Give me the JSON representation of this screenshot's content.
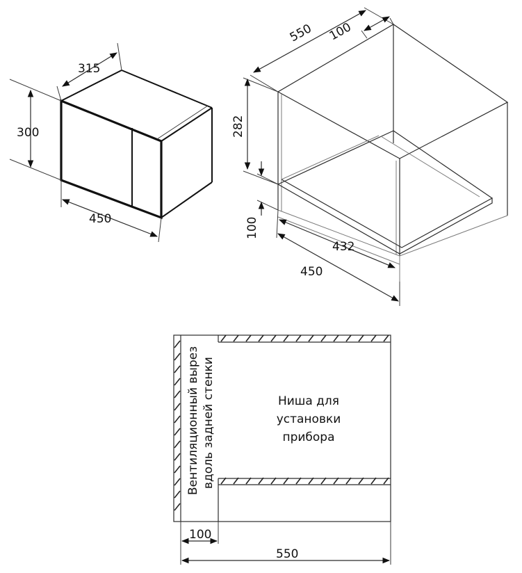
{
  "microwave": {
    "dim_depth": "315",
    "dim_height": "300",
    "dim_width": "450"
  },
  "niche": {
    "dim_depth": "550",
    "dim_vent": "100",
    "dim_height": "282",
    "dim_bottom_gap": "100",
    "dim_inner_width": "432",
    "dim_outer_width": "450"
  },
  "plan": {
    "vent_label_line1": "Вентиляционный вырез",
    "vent_label_line2": "вдоль задней стенки",
    "niche_label_line1": "Ниша для",
    "niche_label_line2": "установки",
    "niche_label_line3": "прибора",
    "dim_vent": "100",
    "dim_depth": "550"
  }
}
